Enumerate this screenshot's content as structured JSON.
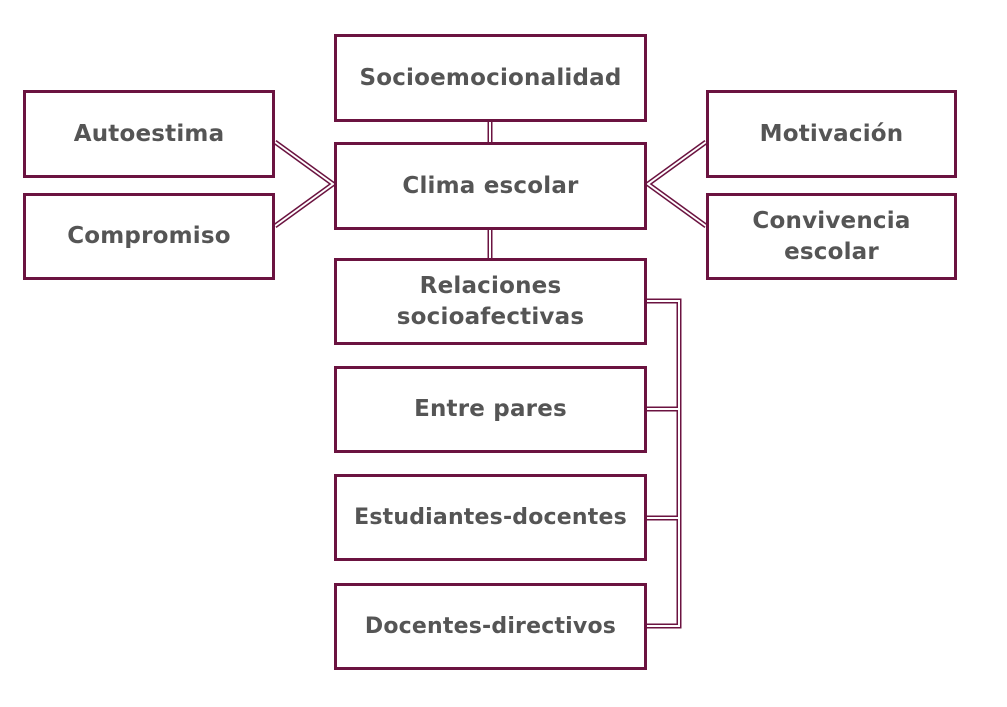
{
  "diagram": {
    "colors": {
      "border": "#6b1340",
      "text": "#555555",
      "background": "#ffffff"
    },
    "nodes": {
      "socioemocionalidad": "Socioemocionalidad",
      "clima_escolar": "Clima escolar",
      "autoestima": "Autoestima",
      "compromiso": "Compromiso",
      "motivacion": "Motivación",
      "convivencia_escolar": "Convivencia escolar",
      "relaciones_socioafectivas": "Relaciones socioafectivas",
      "entre_pares": "Entre pares",
      "estudiantes_docentes": "Estudiantes-docentes",
      "docentes_directivos": "Docentes-directivos"
    }
  }
}
